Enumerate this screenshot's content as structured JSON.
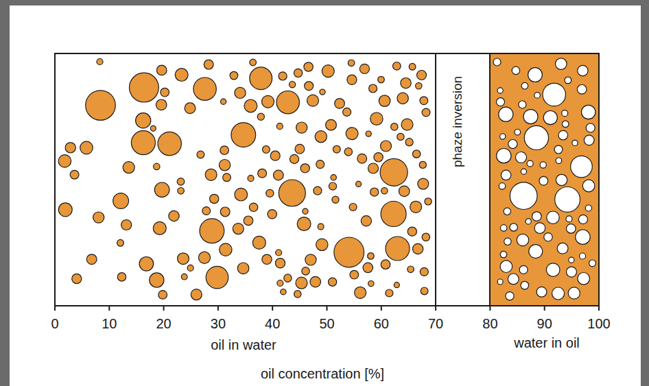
{
  "diagram": {
    "nodes": [
      {
        "text": [
          "phaze inversion"
        ]
      }
    ],
    "labels": [
      "0",
      "10",
      "20",
      "30",
      "40",
      "50",
      "60",
      "70",
      "80",
      "90",
      "100",
      "oil in water",
      "water in oil",
      "oil concentration [%]"
    ]
  }
}
